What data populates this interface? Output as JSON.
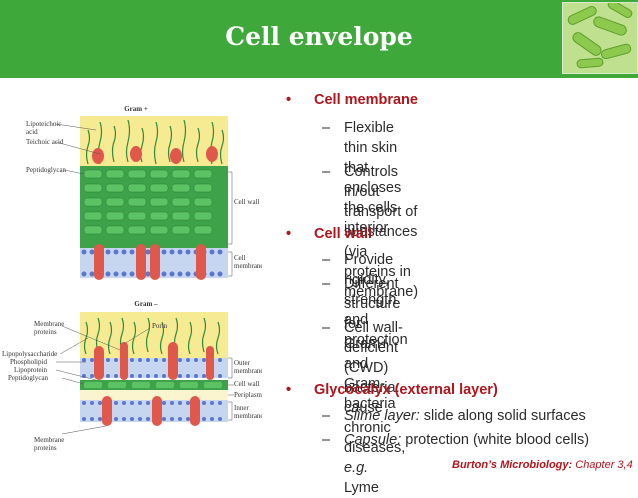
{
  "slide": {
    "title": "Cell envelope",
    "accent_color": "#3fa83a",
    "bullet_color": "#b0151c"
  },
  "figure": {
    "top_panel": {
      "title": "Gram +",
      "labels": {
        "lipoteichoic": "Lipoteichoic acid",
        "lipoteichoic_1": "Lipoteichoic",
        "lipoteichoic_2": "acid",
        "teichoic": "Teichoic acid",
        "peptidoglycan": "Peptidoglycan",
        "cell_wall": "Cell wall",
        "cell_membrane_1": "Cell",
        "cell_membrane_2": "membrane"
      }
    },
    "bottom_panel": {
      "title": "Gram –",
      "labels": {
        "membrane_proteins_1": "Membrane",
        "membrane_proteins_2": "proteins",
        "porin": "Porin",
        "lipopolysaccharide": "Lipopolysaccharide",
        "phospholipid": "Phospholipid",
        "lipoprotein": "Lipoprotein",
        "peptidoglycan": "Peptidoglycan",
        "outer_membrane_1": "Outer",
        "outer_membrane_2": "membrane",
        "cell_wall": "Cell wall",
        "periplasm": "Periplasm",
        "inner_membrane_1": "Inner",
        "inner_membrane_2": "membrane",
        "membrane_proteins_b1": "Membrane",
        "membrane_proteins_b2": "proteins"
      }
    }
  },
  "bullets": [
    {
      "title": "Cell membrane",
      "items": [
        {
          "line1": "Flexible thin skin that encloses the cells",
          "line2": "interior"
        },
        {
          "line1": "Controls in/out transport of substances",
          "line2": "(via proteins in membrane)"
        }
      ]
    },
    {
      "title": "Cell wall",
      "items": [
        {
          "line1": "Provide rigidity, strength and protection",
          "line2": ""
        },
        {
          "line1": "Different structure for Gram+ and Gram-",
          "line2": "bacteria"
        },
        {
          "line1": "Cell wall-deficient (CWD) bacteria: cause",
          "line2_prefix": "chronic diseases, ",
          "line2_em": "e.g.",
          "line2_suffix": " Lyme"
        }
      ]
    },
    {
      "title": "Glycocalyx (external layer)",
      "items": [
        {
          "em": "Slime layer:",
          "rest": " slide along solid surfaces"
        },
        {
          "em": "Capsule:",
          "rest": " protection (white blood cells)"
        }
      ]
    }
  ],
  "bullet_glyph": "•",
  "dash_glyph": "–",
  "footer": {
    "book": "Burton’s Microbiology:",
    "chapter": " Chapter 3,4"
  }
}
